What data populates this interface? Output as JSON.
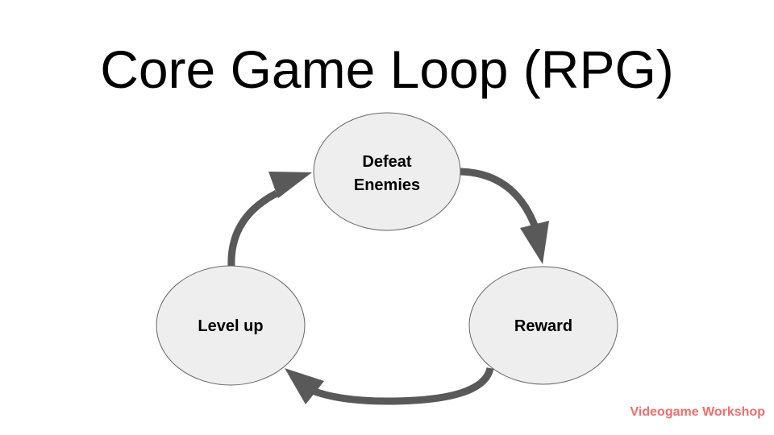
{
  "slide": {
    "title": "Core Game Loop (RPG)",
    "footer": "Videogame Workshop"
  },
  "diagram": {
    "nodes": [
      {
        "id": "defeat",
        "lines": [
          "Defeat",
          "Enemies"
        ]
      },
      {
        "id": "reward",
        "lines": [
          "Reward"
        ]
      },
      {
        "id": "levelup",
        "lines": [
          "Level up"
        ]
      }
    ],
    "edges": [
      {
        "from": "defeat",
        "to": "reward"
      },
      {
        "from": "reward",
        "to": "levelup"
      },
      {
        "from": "levelup",
        "to": "defeat"
      }
    ],
    "colors": {
      "node_fill": "#eeeeee",
      "node_stroke": "#666666",
      "arrow": "#595959",
      "footer": "#f26d6d"
    }
  }
}
